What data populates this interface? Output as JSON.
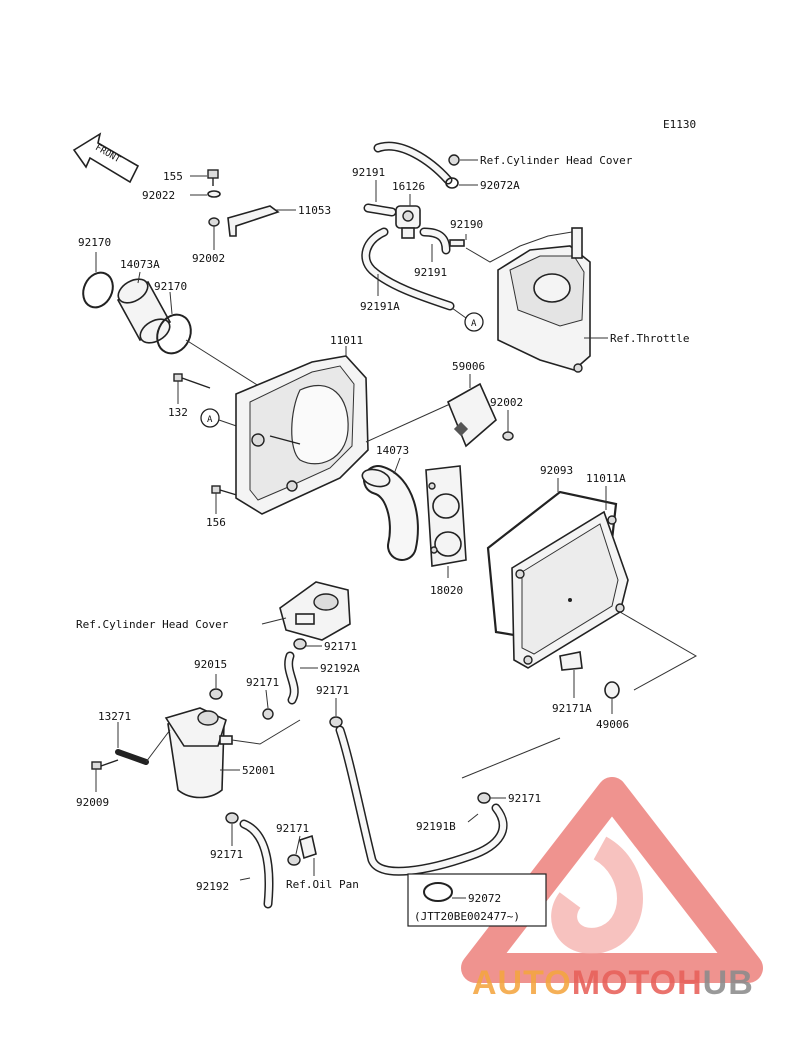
{
  "diagram": {
    "code": "E1130",
    "front_label": "FRONT",
    "labels": {
      "p155": "155",
      "p92022": "92022",
      "p11053": "11053",
      "p92002_top": "92002",
      "p92170_a": "92170",
      "p14073A": "14073A",
      "p92170_b": "92170",
      "p132": "132",
      "p156": "156",
      "p11011": "11011",
      "p92191_a": "92191",
      "p16126": "16126",
      "p92191_b": "92191",
      "p92190": "92190",
      "p92191A": "92191A",
      "p92072A": "92072A",
      "p59006": "59006",
      "p92002_mid": "92002",
      "p14073": "14073",
      "p18020": "18020",
      "p92093": "92093",
      "p11011A": "11011A",
      "p92171A": "92171A",
      "p49006": "49006",
      "p92171_1": "92171",
      "p92192A": "92192A",
      "p92015": "92015",
      "p92171_2": "92171",
      "p92171_3": "92171",
      "p13271": "13271",
      "p52001": "52001",
      "p92009": "92009",
      "p92171_4": "92171",
      "p92192": "92192",
      "p92171_5": "92171",
      "p92191B": "92191B",
      "p92171_6": "92171",
      "p92072": "92072",
      "serial": "(JTT20BE002477~)"
    },
    "refs": {
      "cyl_head_top": "Ref.Cylinder Head Cover",
      "throttle": "Ref.Throttle",
      "cyl_head_mid": "Ref.Cylinder Head Cover",
      "oil_pan": "Ref.Oil Pan"
    },
    "markers": {
      "a1": "A",
      "a2": "A"
    }
  },
  "watermark": {
    "brand": "AUTOMOTOHUB",
    "colors": {
      "red": "#e8605a",
      "orange": "#f4a640",
      "gray": "#8c8c8c"
    }
  }
}
